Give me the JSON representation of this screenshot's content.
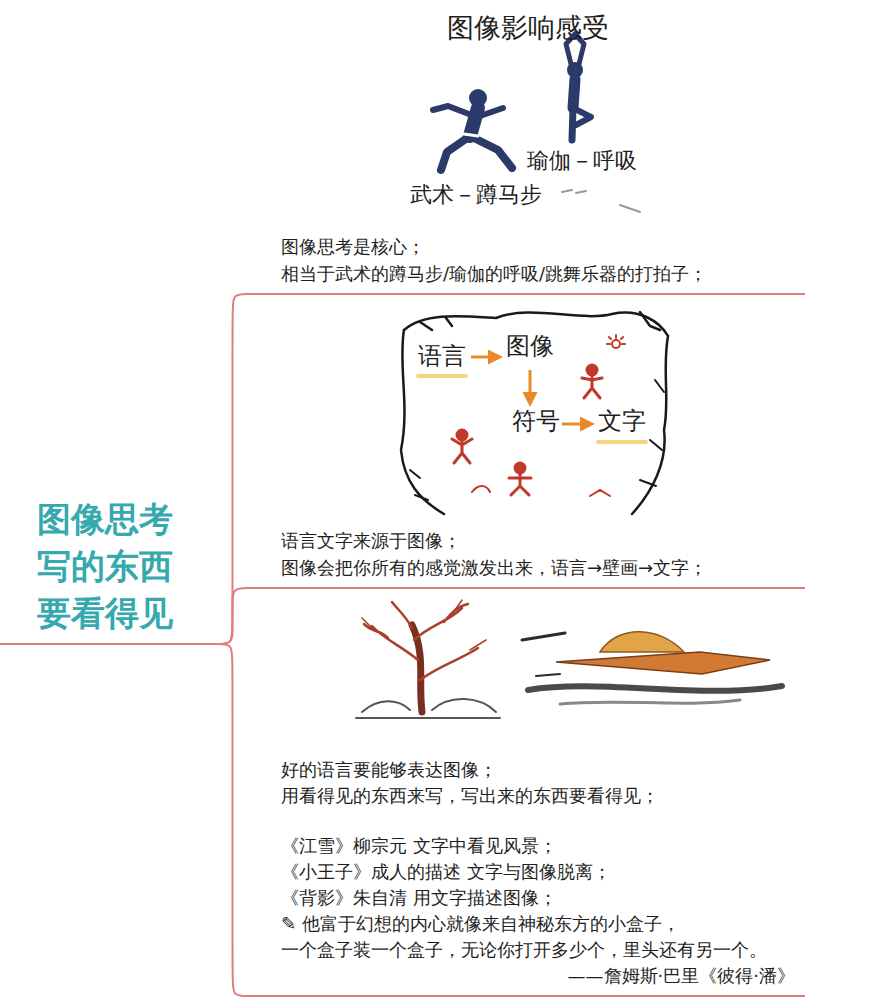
{
  "diagram": {
    "nodes": [
      {
        "text": [
          "图像思考 写的东西 要看得见"
        ]
      },
      {
        "text": [
          "图像思考是核心；",
          "相当于武术的蹲马步/瑜伽的呼吸/跳舞乐器的打拍子；"
        ]
      },
      {
        "text": [
          "语言文字来源于图像；",
          "图像会把你所有的感觉激发出来，语言→壁画→文字；"
        ]
      },
      {
        "text": [
          "好的语言要能够表达图像；",
          "用看得见的东西来写，写出来的东西要看得见；",
          "《江雪》柳宗元 文字中看见风景；",
          "《小王子》成人的描述 文字与图像脱离；",
          "《背影》朱自清 用文字描述图像；",
          "✎ 他富于幻想的内心就像来自神秘东方的小盒子，",
          "一个盒子装一个盒子，无论你打开多少个，里头还有另一个。",
          "——詹姆斯·巴里《彼得·潘》"
        ]
      }
    ],
    "edges": [
      {
        "from": 0,
        "to": 1,
        "arrow": "none"
      },
      {
        "from": 0,
        "to": 2,
        "arrow": "none"
      },
      {
        "from": 0,
        "to": 3,
        "arrow": "none"
      }
    ],
    "labels": [
      "图像影响感受",
      "瑜伽－呼吸",
      "武术－蹲马步",
      "语言",
      "图像",
      "符号",
      "文字"
    ]
  }
}
